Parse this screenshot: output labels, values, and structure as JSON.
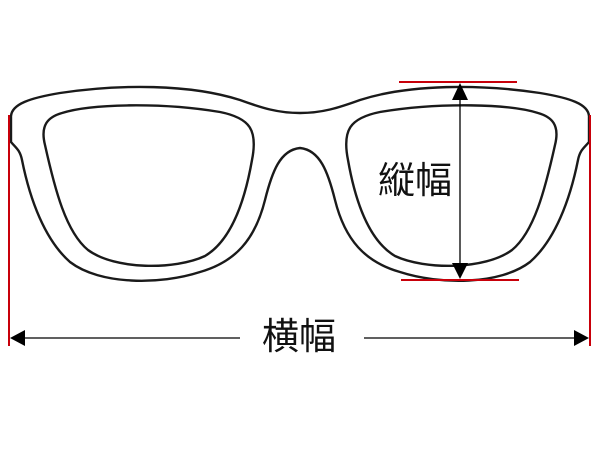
{
  "diagram": {
    "subject": "glasses-frame-front-view",
    "labels": {
      "height": "縦幅",
      "width": "横幅"
    },
    "colors": {
      "frame_outline": "#1a1a1a",
      "measure_guides": "#c8000a",
      "arrows": "#000000",
      "background": "#ffffff"
    }
  }
}
